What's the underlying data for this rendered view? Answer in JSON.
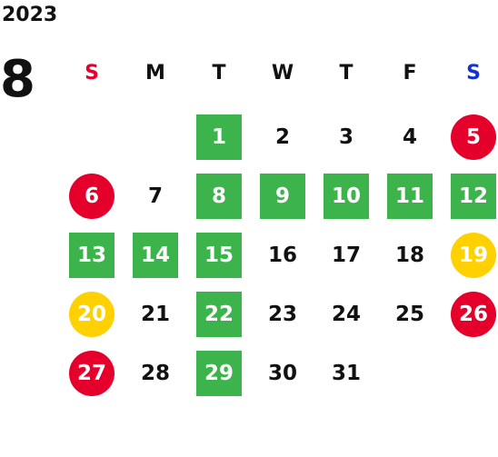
{
  "calendar": {
    "year": "2023",
    "month": "8",
    "weekdays": [
      {
        "label": "S",
        "color": "#e4002b"
      },
      {
        "label": "M",
        "color": "#111111"
      },
      {
        "label": "T",
        "color": "#111111"
      },
      {
        "label": "W",
        "color": "#111111"
      },
      {
        "label": "T",
        "color": "#111111"
      },
      {
        "label": "F",
        "color": "#111111"
      },
      {
        "label": "S",
        "color": "#1432d2"
      }
    ],
    "style_colors": {
      "green": "#3cb44b",
      "red": "#e4002b",
      "yellow": "#ffd100"
    },
    "weeks": [
      [
        null,
        null,
        {
          "day": "1",
          "style": "green"
        },
        {
          "day": "2",
          "style": "plain"
        },
        {
          "day": "3",
          "style": "plain"
        },
        {
          "day": "4",
          "style": "plain"
        },
        {
          "day": "5",
          "style": "red"
        }
      ],
      [
        {
          "day": "6",
          "style": "red"
        },
        {
          "day": "7",
          "style": "plain"
        },
        {
          "day": "8",
          "style": "green"
        },
        {
          "day": "9",
          "style": "green"
        },
        {
          "day": "10",
          "style": "green"
        },
        {
          "day": "11",
          "style": "green"
        },
        {
          "day": "12",
          "style": "green"
        }
      ],
      [
        {
          "day": "13",
          "style": "green"
        },
        {
          "day": "14",
          "style": "green"
        },
        {
          "day": "15",
          "style": "green"
        },
        {
          "day": "16",
          "style": "plain"
        },
        {
          "day": "17",
          "style": "plain"
        },
        {
          "day": "18",
          "style": "plain"
        },
        {
          "day": "19",
          "style": "yellow"
        }
      ],
      [
        {
          "day": "20",
          "style": "yellow"
        },
        {
          "day": "21",
          "style": "plain"
        },
        {
          "day": "22",
          "style": "green"
        },
        {
          "day": "23",
          "style": "plain"
        },
        {
          "day": "24",
          "style": "plain"
        },
        {
          "day": "25",
          "style": "plain"
        },
        {
          "day": "26",
          "style": "red"
        }
      ],
      [
        {
          "day": "27",
          "style": "red"
        },
        {
          "day": "28",
          "style": "plain"
        },
        {
          "day": "29",
          "style": "green"
        },
        {
          "day": "30",
          "style": "plain"
        },
        {
          "day": "31",
          "style": "plain"
        },
        null,
        null
      ]
    ]
  }
}
